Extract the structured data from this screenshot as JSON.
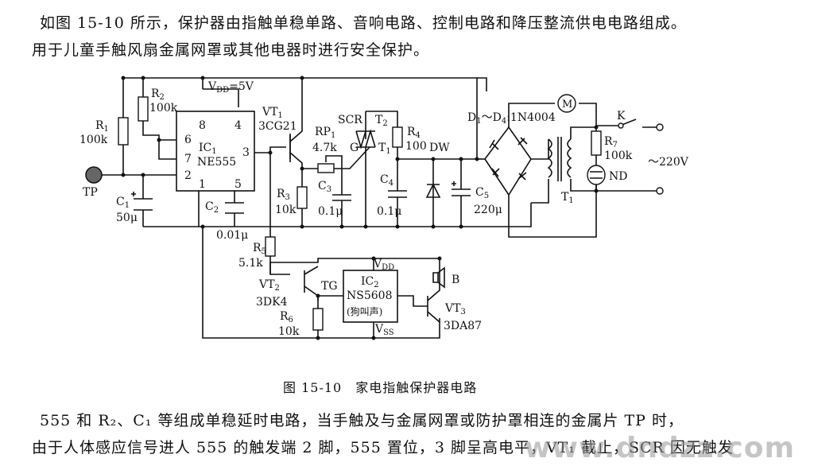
{
  "text": {
    "para1_line1": "如图 15-10 所示，保护器由指触单稳单路、音响电路、控制电路和降压整流供电电路组成。",
    "para1_line2": "用于儿童手触风扇金属网罩或其他电器时进行安全保护。",
    "caption": "图 15-10　家电指触保护器电路",
    "para2_line1": "555 和 R₂、C₁ 等组成单稳延时电路，当手触及与金属网罩或防护罩相连的金属片 TP 时，",
    "para2_line2": "由于人体感应信号进人 555 的触发端 2 脚，555 置位，3 脚呈高电平，VT₁ 截止，SCR 因无触发",
    "watermark": "www.dndzz.com"
  },
  "labels": {
    "vdd": "V",
    "vdd_sub": "DD",
    "vdd_val": "=5V",
    "r1": "R",
    "r1_sub": "1",
    "r1_val": "100k",
    "r2": "R",
    "r2_sub": "2",
    "r2_val": "100k",
    "ic1": "IC",
    "ic1_sub": "1",
    "ic1_part": "NE555",
    "pin8": "8",
    "pin4": "4",
    "pin6": "6",
    "pin7": "7",
    "pin3": "3",
    "pin2": "2",
    "pin1": "1",
    "pin5": "5",
    "tp": "TP",
    "c1": "C",
    "c1_sub": "1",
    "c1_val": "50μ",
    "c2": "C",
    "c2_sub": "2",
    "c2_val": "0.01μ",
    "vt1": "VT",
    "vt1_sub": "1",
    "vt1_part": "3CG21",
    "r3": "R",
    "r3_sub": "3",
    "r3_val": "10k",
    "rp1": "RP",
    "rp1_sub": "1",
    "rp1_val": "4.7k",
    "c3": "C",
    "c3_sub": "3",
    "c3_val": "0.1μ",
    "scr": "SCR",
    "t2": "T",
    "t2_sub": "2",
    "t1s": "T",
    "t1s_sub": "1",
    "g": "G",
    "r4": "R",
    "r4_sub": "4",
    "r4_val": "100",
    "c4": "C",
    "c4_sub": "4",
    "c4_val": "0.1μ",
    "dw": "DW",
    "c5": "C",
    "c5_sub": "5",
    "c5_val": "220μ",
    "d1d4": "D",
    "d1_sub": "1",
    "d_tilde": "～D",
    "d4_sub": "4",
    "d_part": ":1N4004",
    "tr1": "T",
    "tr1_sub": "1",
    "motor": "M",
    "k": "K",
    "r7": "R",
    "r7_sub": "7",
    "r7_val": "100k",
    "nd": "ND",
    "ac": "～220V",
    "r5": "R",
    "r5_sub": "5",
    "r5_val": "5.1k",
    "vt2": "VT",
    "vt2_sub": "2",
    "vt2_part": "3DK4",
    "r6": "R",
    "r6_sub": "6",
    "r6_val": "10k",
    "tg": "TG",
    "ic2": "IC",
    "ic2_sub": "2",
    "ic2_part": "NS5608",
    "ic2_note": "(狗叫声)",
    "vdd2": "V",
    "vdd2_sub": "DD",
    "vss": "V",
    "vss_sub": "SS",
    "b": "B",
    "vt3": "VT",
    "vt3_sub": "3",
    "vt3_part": "3DA87"
  }
}
